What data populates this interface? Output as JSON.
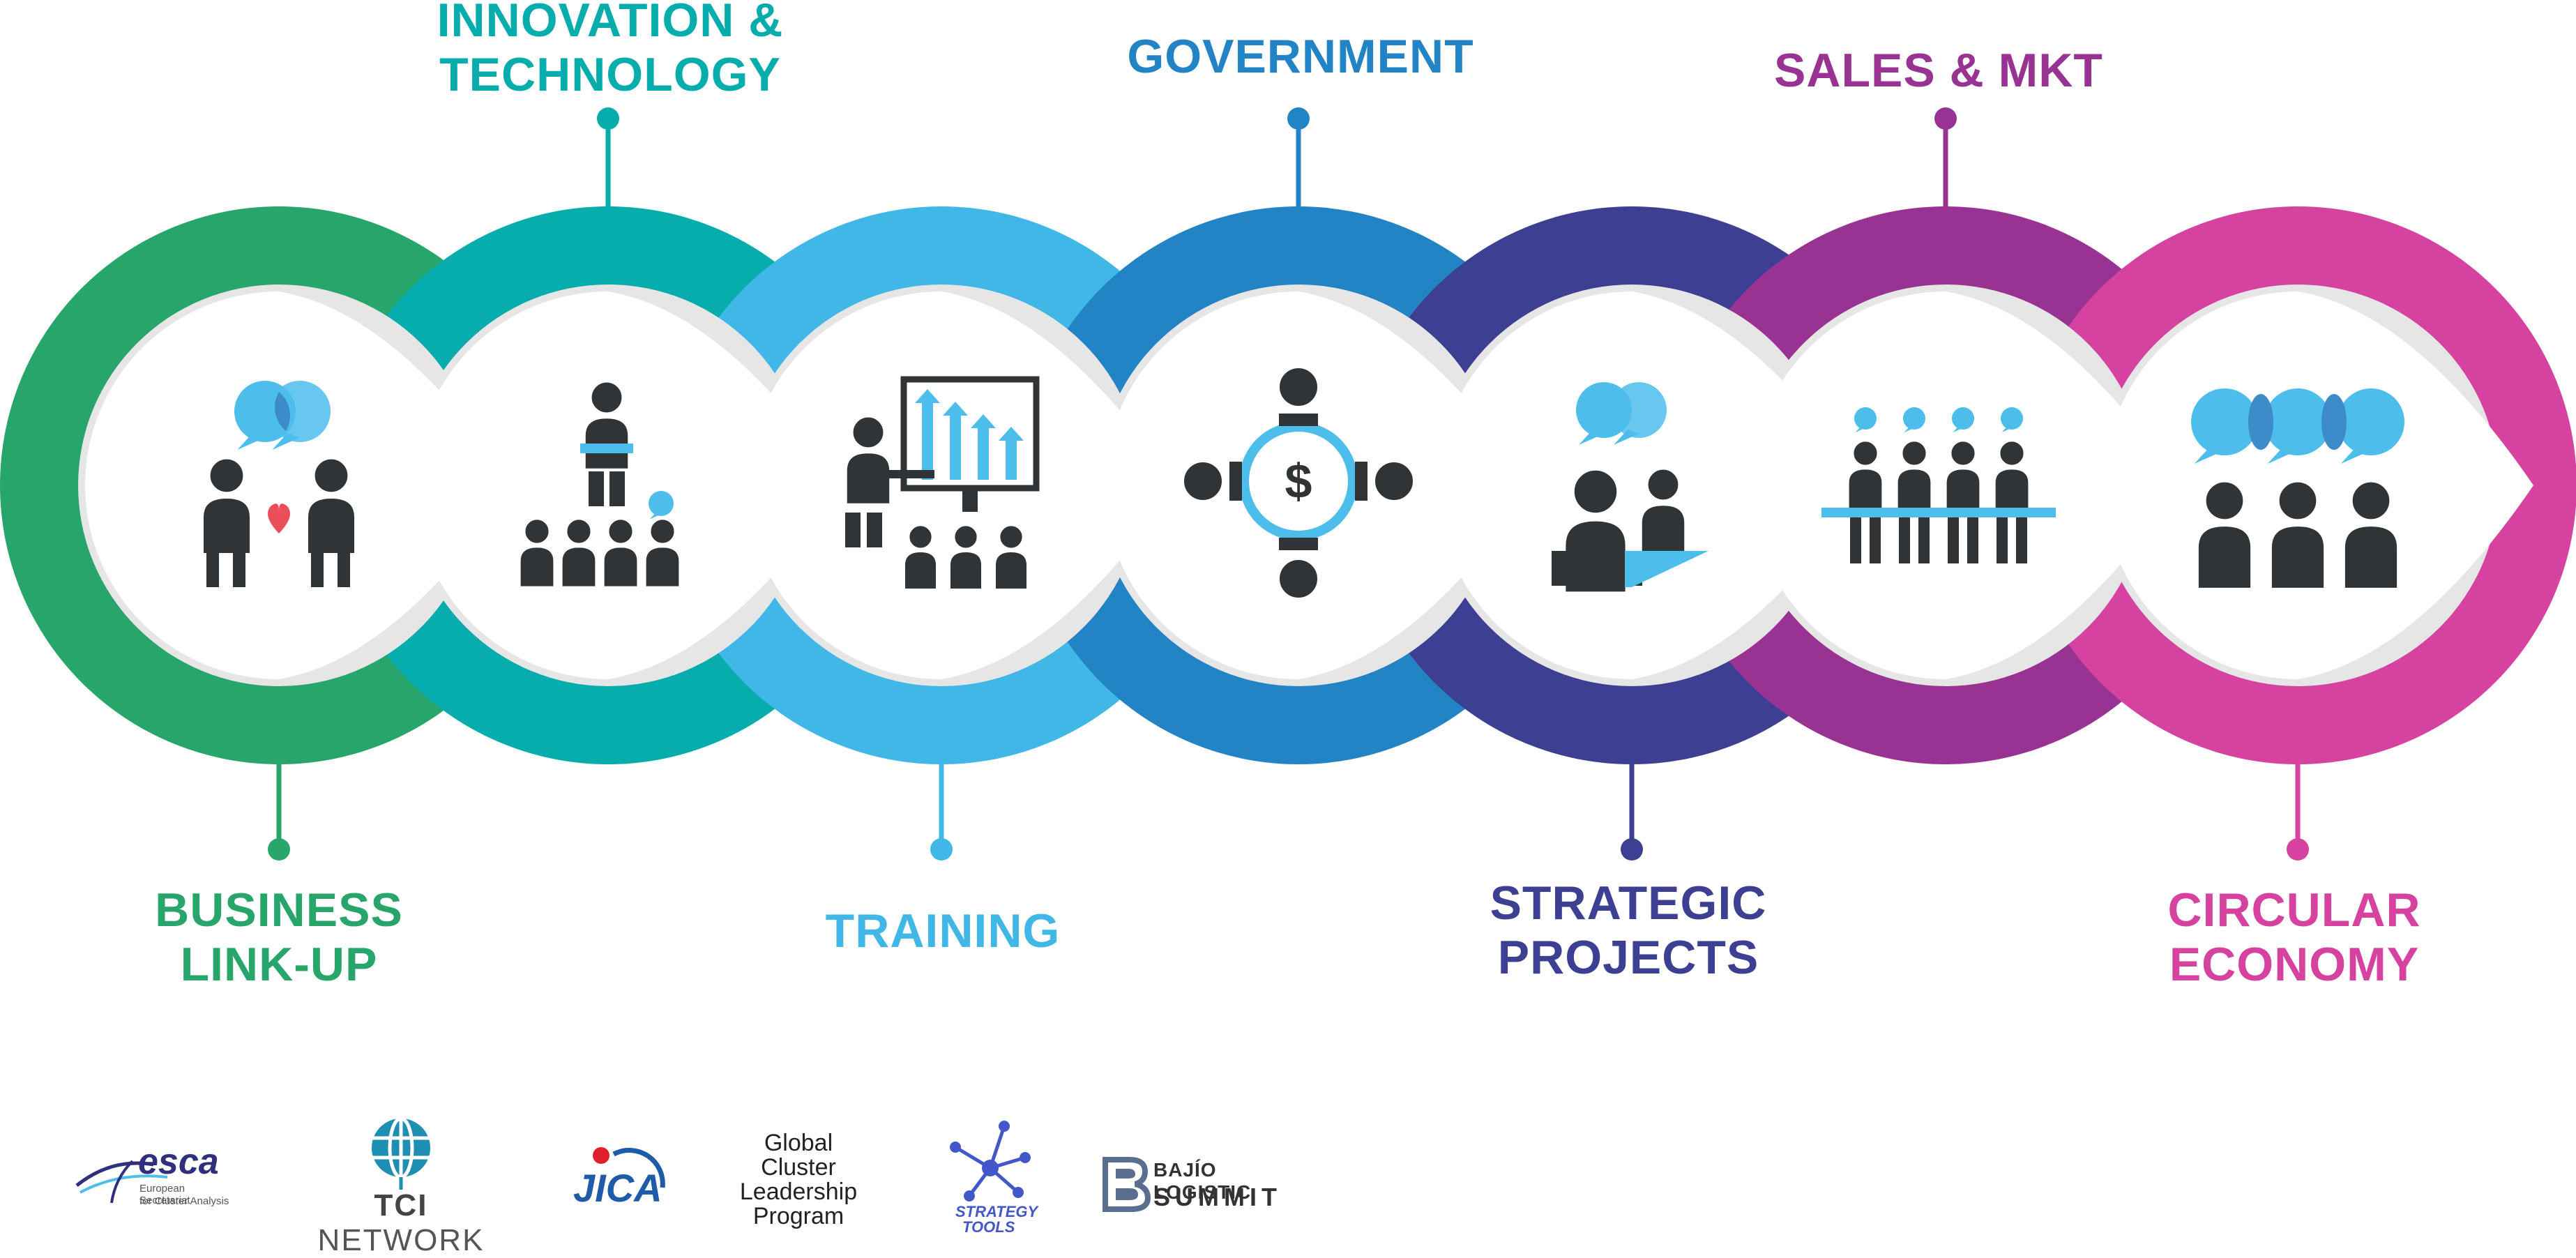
{
  "stages": [
    {
      "id": "business",
      "lines": [
        "BUSINESS",
        "LINK-UP"
      ],
      "color": "#27A56A",
      "position": "bottom",
      "icon": "handshake-people-icon"
    },
    {
      "id": "innovation",
      "lines": [
        "INNOVATION &",
        "TECHNOLOGY"
      ],
      "color": "#07ACAD",
      "position": "top",
      "icon": "presenter-audience-icon"
    },
    {
      "id": "training",
      "lines": [
        "TRAINING"
      ],
      "color": "#40B7E6",
      "position": "bottom",
      "icon": "presentation-board-icon"
    },
    {
      "id": "government",
      "lines": [
        "GOVERNMENT"
      ],
      "color": "#2283C5",
      "position": "top",
      "icon": "funding-circle-icon"
    },
    {
      "id": "strategic",
      "lines": [
        "STRATEGIC",
        "PROJECTS"
      ],
      "color": "#3C3F92",
      "position": "bottom",
      "icon": "meeting-pair-icon"
    },
    {
      "id": "sales",
      "lines": [
        "SALES & MKT"
      ],
      "color": "#993393",
      "position": "top",
      "icon": "team-line-icon"
    },
    {
      "id": "circular",
      "lines": [
        "CIRCULAR",
        "ECONOMY"
      ],
      "color": "#D6429F",
      "position": "bottom",
      "icon": "group-discussion-icon"
    }
  ],
  "logos": {
    "esca": {
      "main": "esca",
      "sub1": "European Secretariat",
      "sub2": "for Cluster Analysis"
    },
    "tci": {
      "main": "TCI",
      "sub": "NETWORK"
    },
    "jica": {
      "text": "JICA"
    },
    "gclp": {
      "lines": [
        "Global",
        "Cluster",
        "Leadership",
        "Program"
      ]
    },
    "strategy": {
      "line1": "STRATEGY",
      "line2": "TOOLS"
    },
    "bajio": {
      "line1": "BAJÍO LOGISTIC",
      "line2": "SUMMIT"
    }
  },
  "colors": {
    "icon_dark": "#303437",
    "icon_blue": "#4DBDEB",
    "fill_light": "#E6E6E6",
    "heart": "#E94E5A"
  }
}
